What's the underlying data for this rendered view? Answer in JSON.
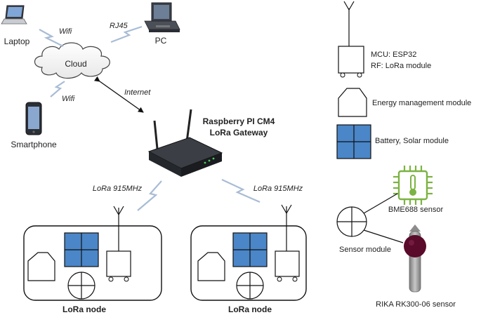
{
  "network": {
    "laptop_label": "Laptop",
    "pc_label": "PC",
    "cloud_label": "Cloud",
    "smartphone_label": "Smartphone",
    "laptop_link_label": "Wifi",
    "pc_link_label": "RJ45",
    "smartphone_link_label": "Wifi",
    "internet_link_label": "Internet"
  },
  "gateway": {
    "title_line1": "Raspberry PI CM4",
    "title_line2": "LoRa Gateway",
    "link_left_label": "LoRa 915MHz",
    "link_right_label": "LoRa 915MHz"
  },
  "nodes": [
    {
      "label": "LoRa node"
    },
    {
      "label": "LoRa node"
    }
  ],
  "legend": {
    "mcu_line1": "MCU: ESP32",
    "mcu_line2": "RF: LoRa module",
    "energy_label": "Energy management module",
    "battery_label": "Battery, Solar module",
    "bme_label": "BME688 sensor",
    "sensor_module_label": "Sensor module",
    "rika_label": "RIKA RK300-06 sensor"
  },
  "colors": {
    "battery_fill": "#4a86c8",
    "bme_green": "#7cb342",
    "rika_cap": "#5a0a2a",
    "rika_body": "#9e9e9e",
    "lightning": "#b8c8de"
  }
}
